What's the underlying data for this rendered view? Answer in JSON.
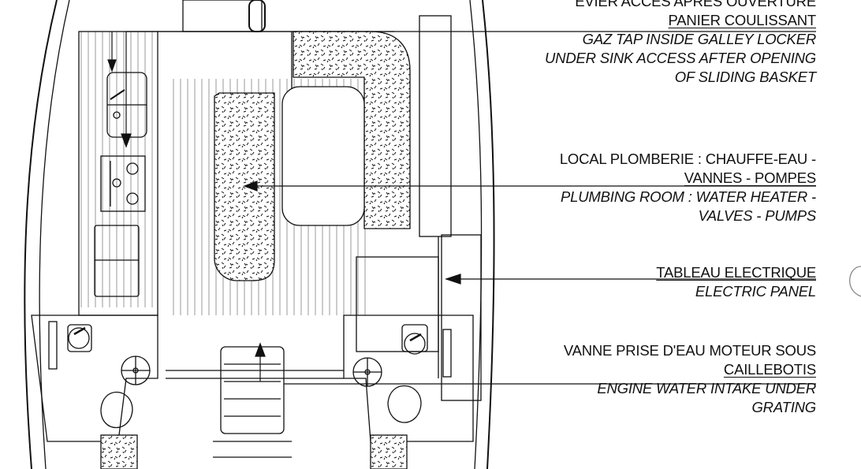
{
  "callouts": [
    {
      "id": "gas-tap",
      "fr": [
        "EVIER ACCES APRES OUVERTURE",
        "PANIER COULISSANT"
      ],
      "en": [
        "GAZ TAP INSIDE GALLEY LOCKER",
        "UNDER SINK ACCESS AFTER OPENING",
        "OF SLIDING BASKET"
      ]
    },
    {
      "id": "plumbing",
      "fr": [
        "LOCAL PLOMBERIE : CHAUFFE-EAU -",
        "VANNES - POMPES"
      ],
      "en": [
        "PLUMBING ROOM : WATER HEATER -",
        "VALVES - PUMPS"
      ]
    },
    {
      "id": "electric",
      "fr": [
        "TABLEAU ELECTRIQUE"
      ],
      "en": [
        "ELECTRIC PANEL"
      ]
    },
    {
      "id": "engine-water",
      "fr": [
        "VANNE PRISE D'EAU MOTEUR SOUS",
        "CAILLEBOTIS"
      ],
      "en": [
        "ENGINE WATER INTAKE UNDER",
        "GRATING"
      ]
    }
  ],
  "colors": {
    "ink": "#111111",
    "paper": "#ffffff"
  }
}
